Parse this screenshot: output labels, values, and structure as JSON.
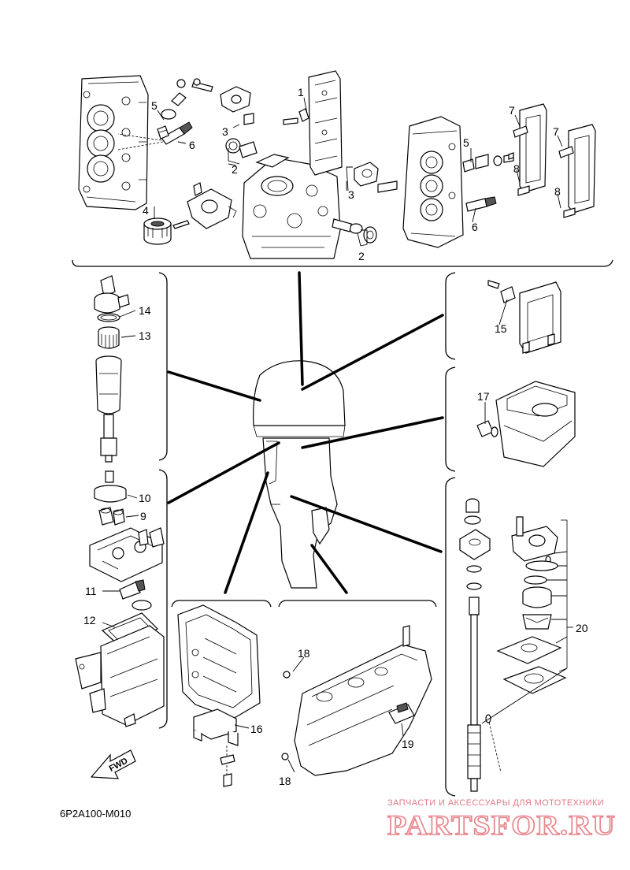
{
  "diagram": {
    "code": "6P2A100-M010",
    "direction_label": "FWD",
    "callouts": {
      "c1": "1",
      "c2a": "2",
      "c2b": "2",
      "c3a": "3",
      "c3b": "3",
      "c4": "4",
      "c5a": "5",
      "c5b": "5",
      "c6a": "6",
      "c6b": "6",
      "c7a": "7",
      "c7b": "7",
      "c8a": "8",
      "c8b": "8",
      "c9": "9",
      "c10": "10",
      "c11": "11",
      "c12": "12",
      "c13": "13",
      "c14": "14",
      "c15": "15",
      "c16": "16",
      "c17": "17",
      "c18a": "18",
      "c18b": "18",
      "c19": "19",
      "c20": "20"
    }
  },
  "watermark": {
    "tagline": "ЗАПЧАСТИ И АКСЕССУАРЫ ДЛЯ МОТОТЕХНИКИ",
    "brand": "PARTSFOR.RU",
    "color": "#e8888f"
  }
}
